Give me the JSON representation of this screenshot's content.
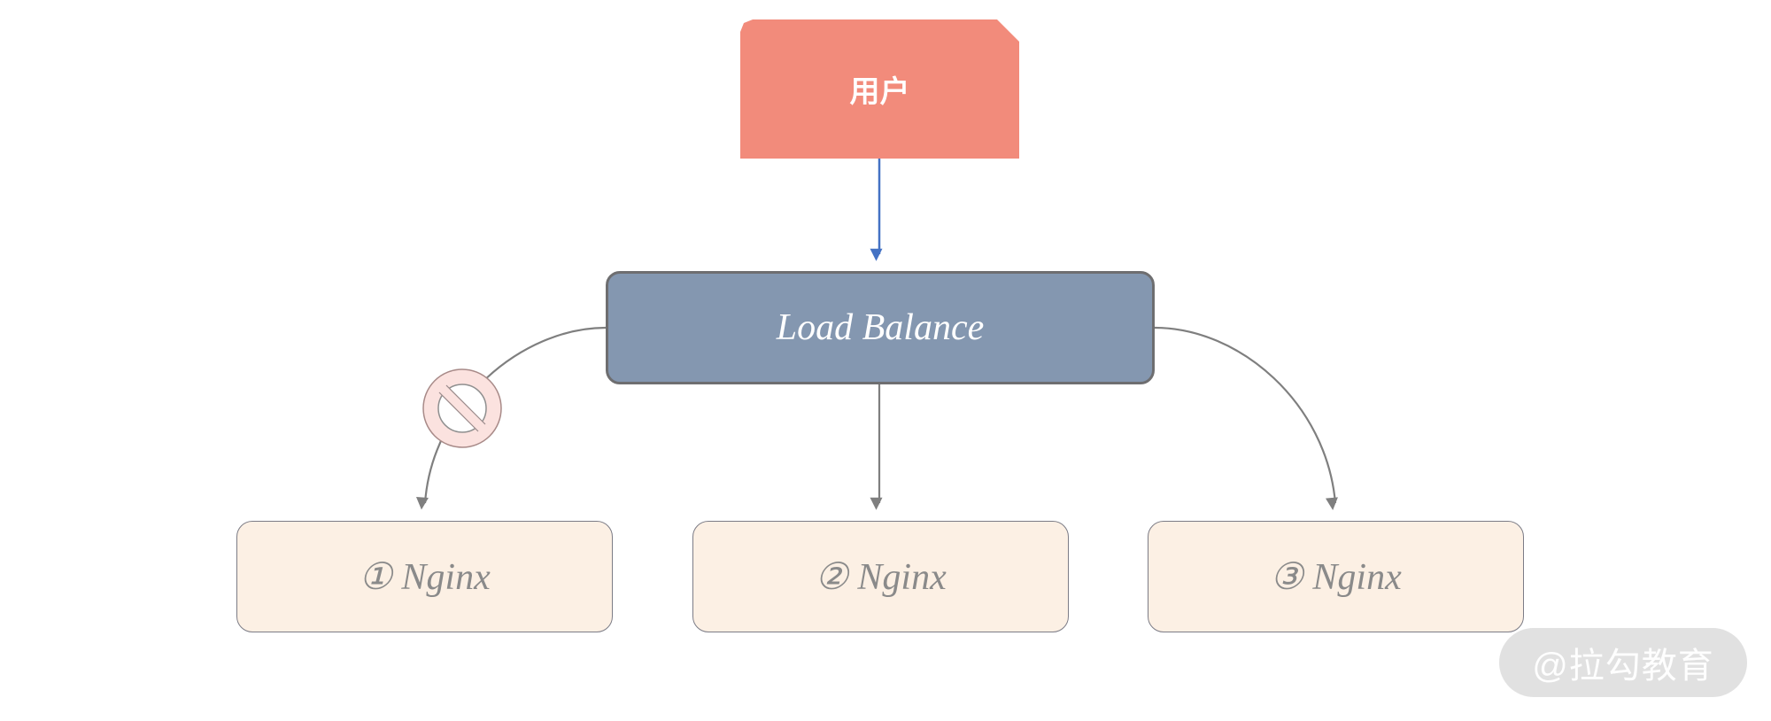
{
  "nodes": {
    "user": {
      "label": "用户",
      "color": "#f28b7b"
    },
    "load_balancer": {
      "label": "Load Balance",
      "color": "#8497b0"
    },
    "nginx": [
      {
        "label": "① Nginx"
      },
      {
        "label": "② Nginx"
      },
      {
        "label": "③ Nginx"
      }
    ],
    "nginx_color": "#fcf0e4"
  },
  "connectors": {
    "user_to_lb_color": "#4472c4",
    "lb_to_nginx_color": "#808080",
    "blocked_nginx": 1,
    "blocked_icon": "prohibited-icon"
  },
  "watermark": {
    "text": "@拉勾教育"
  }
}
